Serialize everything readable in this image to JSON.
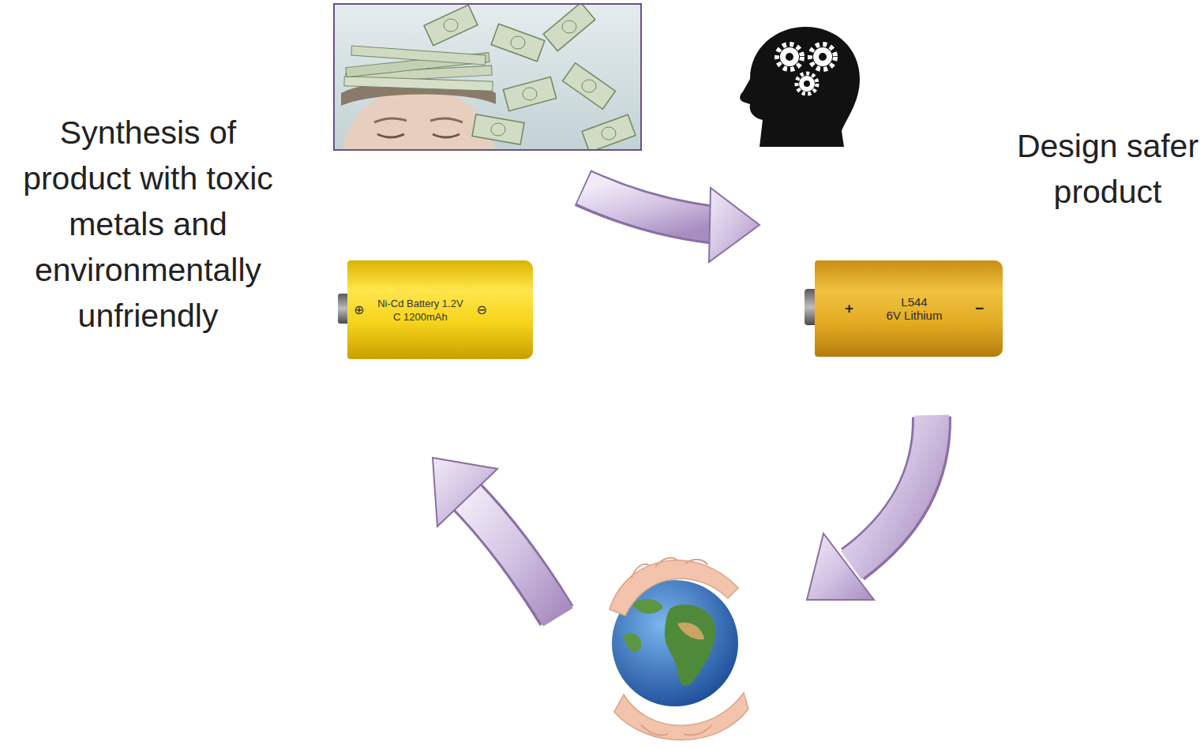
{
  "diagram": {
    "nodes": [
      {
        "text": [
          "⊕",
          "Ni-Cd Battery 1.2V C 1200mAh",
          "⊖"
        ]
      },
      {
        "text": [
          "+",
          "L544",
          "6V Lithium",
          "−"
        ]
      }
    ],
    "labels": [
      "Synthesis of product with toxic metals and environmentally unfriendly",
      "Design safer product"
    ]
  }
}
